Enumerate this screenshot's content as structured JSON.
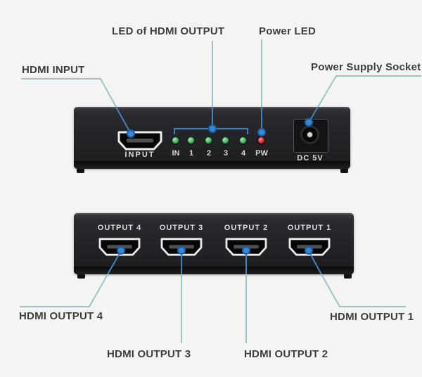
{
  "callouts": {
    "led_of_hdmi_output": "LED of HDMI OUTPUT",
    "power_led": "Power LED",
    "hdmi_input": "HDMI INPUT",
    "power_supply_socket": "Power Supply Socket",
    "hdmi_output_4": "HDMI OUTPUT 4",
    "hdmi_output_3": "HDMI OUTPUT 3",
    "hdmi_output_2": "HDMI OUTPUT 2",
    "hdmi_output_1": "HDMI OUTPUT 1"
  },
  "front_panel": {
    "input_port_label": "INPUT",
    "led_labels": [
      "IN",
      "1",
      "2",
      "3",
      "4"
    ],
    "power_led_label": "PW",
    "dc_label": "DC 5V"
  },
  "rear_panel": {
    "ports": [
      {
        "label": "OUTPUT 4"
      },
      {
        "label": "OUTPUT 3"
      },
      {
        "label": "OUTPUT 2"
      },
      {
        "label": "OUTPUT 1"
      }
    ]
  },
  "colors": {
    "background": "#f4f4f2",
    "device_body": "#232327",
    "label_text": "#3e3e3e",
    "panel_text": "#dedede",
    "leader_line": "#9cc4c6",
    "leader_line_on_device": "#3f84bb",
    "callout_dot": "#3488d8",
    "led_green": "#4caf66",
    "led_red": "#d3202e"
  }
}
